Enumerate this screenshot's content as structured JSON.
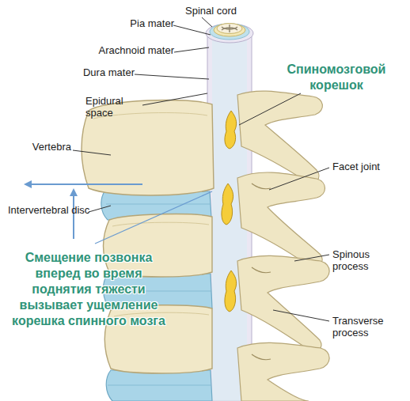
{
  "diagram": {
    "labels": [
      "Spinal cord",
      "Pia mater",
      "Arachnoid mater",
      "Dura mater",
      "Epidural space",
      "Спиномозговой корешок",
      "Vertebra",
      "Facet joint",
      "Intervertebral disc",
      "Смещение позвонка вперед во время поднятия тяжести вызывает ущемление корешка спинного мозга",
      "Spinous process",
      "Transverse process"
    ]
  }
}
